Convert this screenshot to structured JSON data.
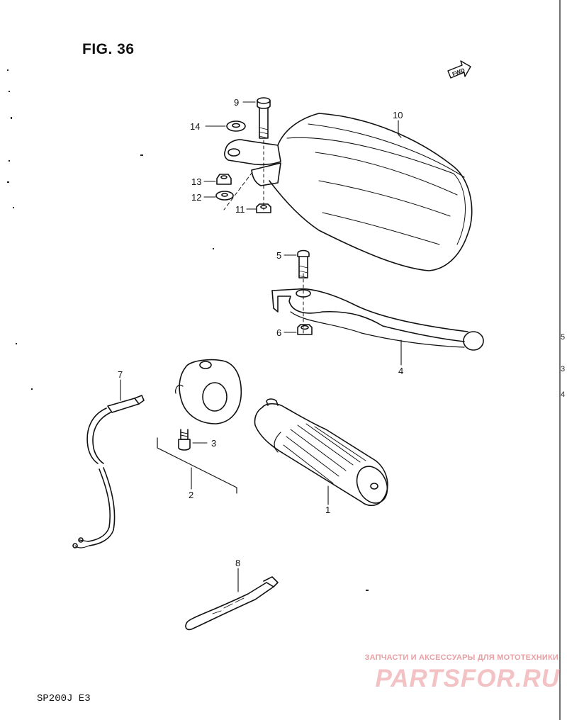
{
  "figure": {
    "title": "FIG. 36",
    "model_code": "SP200J  E3",
    "fwd_label": "FWD"
  },
  "callouts": {
    "c1": "1",
    "c2": "2",
    "c3": "3",
    "c4": "4",
    "c5": "5",
    "c6": "6",
    "c7": "7",
    "c8": "8",
    "c9": "9",
    "c10": "10",
    "c11": "11",
    "c12": "12",
    "c13": "13",
    "c14": "14"
  },
  "watermark": {
    "tagline": "ЗАПЧАСТИ И АКСЕССУАРЫ ДЛЯ МОТОТЕХНИКИ",
    "logo": "PARTSFOR.RU"
  },
  "edge_marks": [
    "5",
    "3",
    "4"
  ],
  "colors": {
    "line": "#111111",
    "watermark": "#f2c2c5"
  }
}
